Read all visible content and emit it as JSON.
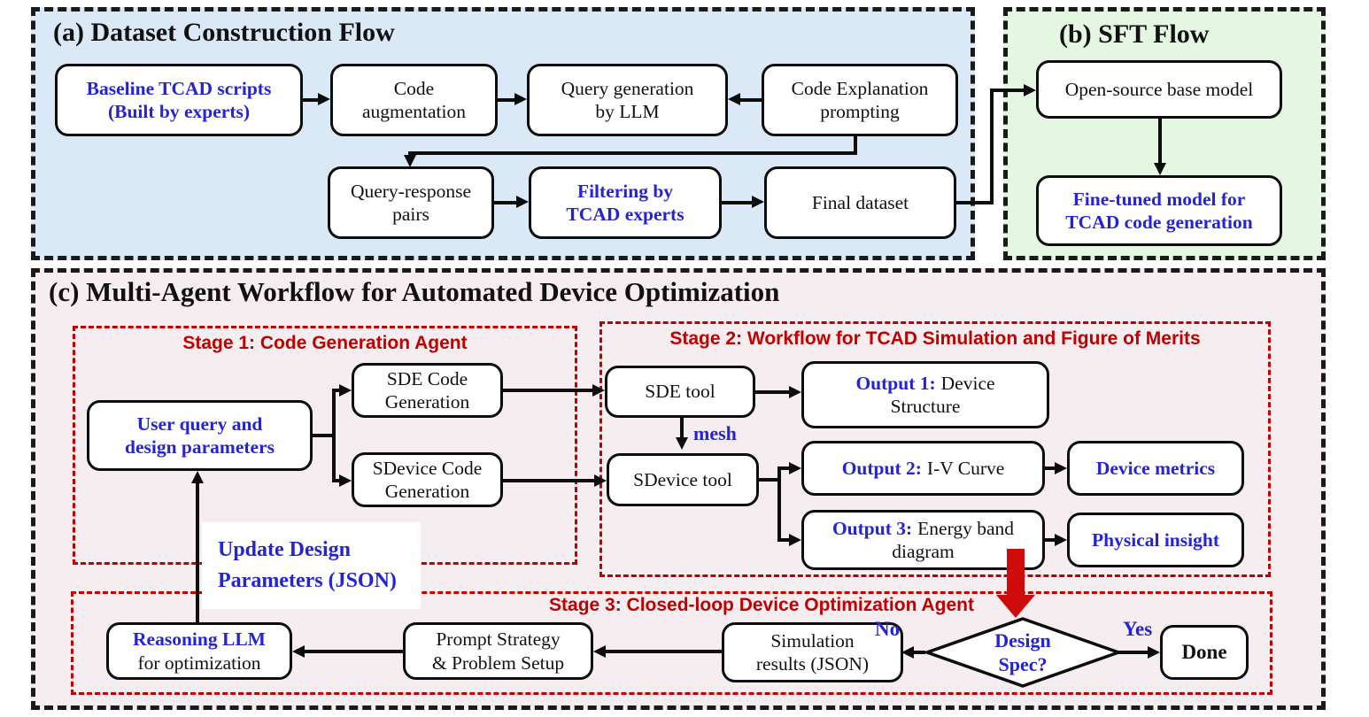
{
  "colors": {
    "blue_text": "#2424d6",
    "red_heading": "#c00000",
    "red_arrow": "#cf0a0a",
    "panel_a_bg": "#dbe8f5",
    "panel_b_bg": "#e5f6e3",
    "panel_c_bg": "#f5edef",
    "box_border": "#0d0d0d"
  },
  "a": {
    "title": "(a) Dataset Construction Flow",
    "baseline1": "Baseline TCAD scripts",
    "baseline2": "(Built by experts)",
    "codeaug1": "Code",
    "codeaug2": "augmentation",
    "querygen1": "Query generation",
    "querygen2": "by LLM",
    "codeexpl1": "Code Explanation",
    "codeexpl2": "prompting",
    "qrpairs1": "Query-response",
    "qrpairs2": "pairs",
    "filtering1": "Filtering by",
    "filtering2": "TCAD experts",
    "finaldataset": "Final dataset"
  },
  "b": {
    "title": "(b) SFT Flow",
    "basemodel": "Open-source base model",
    "finetuned1": "Fine-tuned model for",
    "finetuned2": "TCAD code generation"
  },
  "c": {
    "title": "(c) Multi-Agent Workflow for Automated Device Optimization",
    "stage1_title": "Stage 1: Code Generation Agent",
    "stage2_title": "Stage 2: Workflow for TCAD Simulation and Figure of Merits",
    "stage3_title": "Stage 3: Closed-loop Device Optimization Agent",
    "userquery1": "User query and",
    "userquery2": "design parameters",
    "sdecode1": "SDE Code",
    "sdecode2": "Generation",
    "sdevicecode1": "SDevice Code",
    "sdevicecode2": "Generation",
    "sdetool": "SDE tool",
    "sdevicetool": "SDevice tool",
    "mesh": "mesh",
    "out1_label": "Output 1:",
    "out1_rest": "Device",
    "out1_line2": "Structure",
    "out2_label": "Output 2:",
    "out2_rest": "I-V Curve",
    "out3_label": "Output 3:",
    "out3_rest": "Energy band",
    "out3_line2": "diagram",
    "metrics": "Device metrics",
    "insight": "Physical insight",
    "update1": "Update Design",
    "update2": "Parameters (JSON)",
    "reasoning1": "Reasoning LLM",
    "reasoning2": "for optimization",
    "prompt1": "Prompt Strategy",
    "prompt2": "& Problem Setup",
    "sim1": "Simulation",
    "sim2": "results (JSON)",
    "no": "No",
    "yes": "Yes",
    "spec1": "Design",
    "spec2": "Spec?",
    "done": "Done"
  }
}
